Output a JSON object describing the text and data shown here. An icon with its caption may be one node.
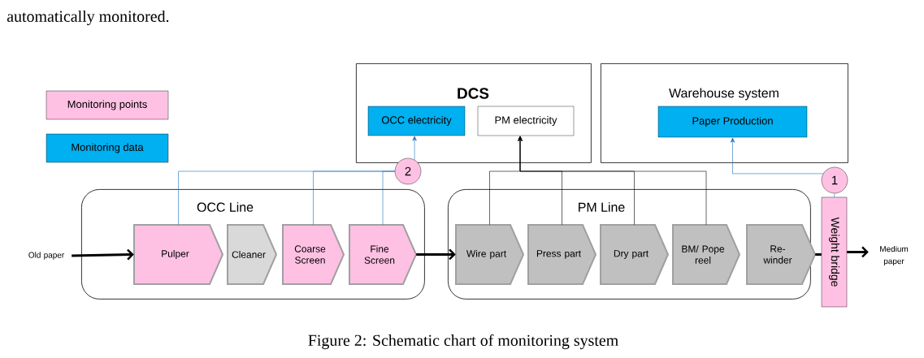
{
  "diagram": {
    "caption": "Figure 2: Schematic chart of monitoring system",
    "nodes": [
      {
        "text": [
          "DCS"
        ]
      },
      {
        "text": [
          "OCC electricity"
        ],
        "in": 0
      },
      {
        "text": [
          "PM electricity"
        ],
        "in": 0
      },
      {
        "text": [
          "Warehouse system"
        ]
      },
      {
        "text": [
          "Paper Production"
        ],
        "in": 3
      },
      {
        "text": [
          "OCC Line"
        ]
      },
      {
        "text": [
          "Pulper"
        ],
        "in": 5
      },
      {
        "text": [
          "Cleaner"
        ],
        "in": 5
      },
      {
        "text": [
          "Coarse Screen"
        ],
        "in": 5
      },
      {
        "text": [
          "Fine Screen"
        ],
        "in": 5
      },
      {
        "text": [
          "PM Line"
        ]
      },
      {
        "text": [
          "Wire part"
        ],
        "in": 10
      },
      {
        "text": [
          "Press part"
        ],
        "in": 10
      },
      {
        "text": [
          "Dry part"
        ],
        "in": 10
      },
      {
        "text": [
          "BM/ Pope reel"
        ],
        "in": 10
      },
      {
        "text": [
          "Re- winder"
        ],
        "in": 10
      },
      {
        "text": [
          "Weight bridge"
        ]
      },
      {
        "text": [
          "2"
        ]
      },
      {
        "text": [
          "1"
        ]
      },
      {
        "text": [
          "Old paper"
        ]
      },
      {
        "text": [
          "Medium paper"
        ]
      }
    ],
    "edges": [
      {
        "from": 19,
        "to": 6,
        "arrow": "to",
        "style": "thick"
      },
      {
        "from": 9,
        "to": 11,
        "arrow": "to",
        "style": "thick"
      },
      {
        "from": 15,
        "to": 16,
        "arrow": "none",
        "style": "thick"
      },
      {
        "from": 16,
        "to": 20,
        "arrow": "to",
        "style": "thick"
      },
      {
        "from": 6,
        "to": 17,
        "arrow": "none",
        "color": "#1f6fc0"
      },
      {
        "from": 8,
        "to": 17,
        "arrow": "none",
        "color": "#1f6fc0"
      },
      {
        "from": 9,
        "to": 17,
        "arrow": "none",
        "color": "#1f6fc0"
      },
      {
        "from": 17,
        "to": 1,
        "arrow": "to",
        "color": "#1f6fc0"
      },
      {
        "from": 11,
        "to": 2,
        "arrow": "to"
      },
      {
        "from": 12,
        "to": 2,
        "arrow": "to"
      },
      {
        "from": 13,
        "to": 2,
        "arrow": "to"
      },
      {
        "from": 14,
        "to": 2,
        "arrow": "to"
      },
      {
        "from": 16,
        "to": 18,
        "arrow": "none",
        "color": "#1f6fc0"
      },
      {
        "from": 18,
        "to": 4,
        "arrow": "to",
        "color": "#1f6fc0"
      }
    ],
    "labels": [
      "automatically monitored."
    ],
    "legend": [
      {
        "text": "Monitoring points",
        "color": "#ffc1e3"
      },
      {
        "text": "Monitoring data",
        "color": "#00b0f0"
      }
    ]
  }
}
